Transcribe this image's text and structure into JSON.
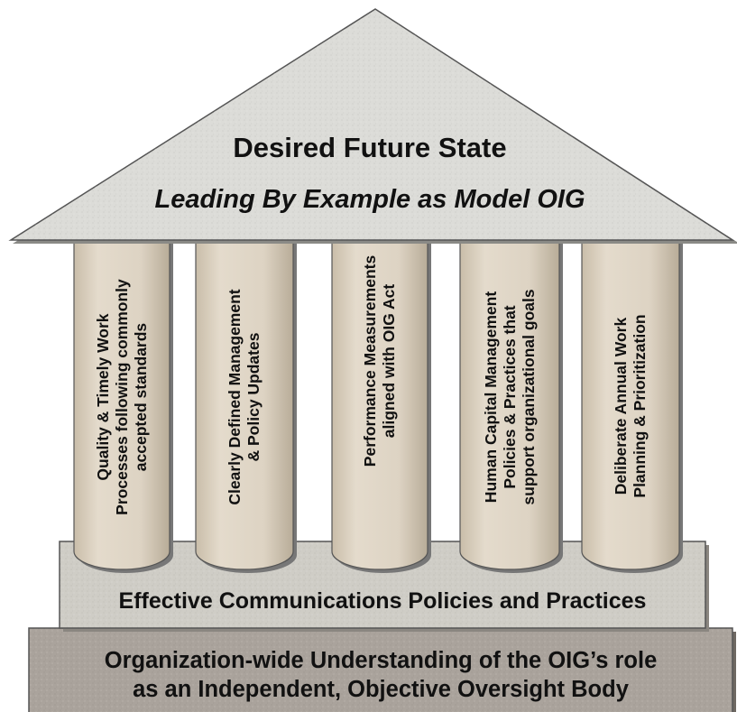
{
  "roof": {
    "title": "Desired Future State",
    "subtitle": "Leading By Example as  Model OIG"
  },
  "pillars": [
    {
      "label": "Quality & Timely Work\nProcesses following commonly\naccepted standards"
    },
    {
      "label": "Clearly Defined Management\n& Policy Updates"
    },
    {
      "label": "Performance Measurements\naligned with OIG Act"
    },
    {
      "label": "Human Capital Management\nPolicies & Practices that\nsupport organizational goals"
    },
    {
      "label": "Deliberate Annual Work\nPlanning & Prioritization"
    }
  ],
  "platform": {
    "label": "Effective Communications Policies and Practices"
  },
  "base": {
    "label": "Organization-wide Understanding of the OIG’s role\nas an Independent, Objective Oversight Body"
  },
  "colors": {
    "roof_fill": "#dcdcd8",
    "pillar_fill": "#ddd3c3",
    "platform_fill": "#cfcdc6",
    "base_fill": "#aaa39c",
    "outline": "#555555"
  }
}
